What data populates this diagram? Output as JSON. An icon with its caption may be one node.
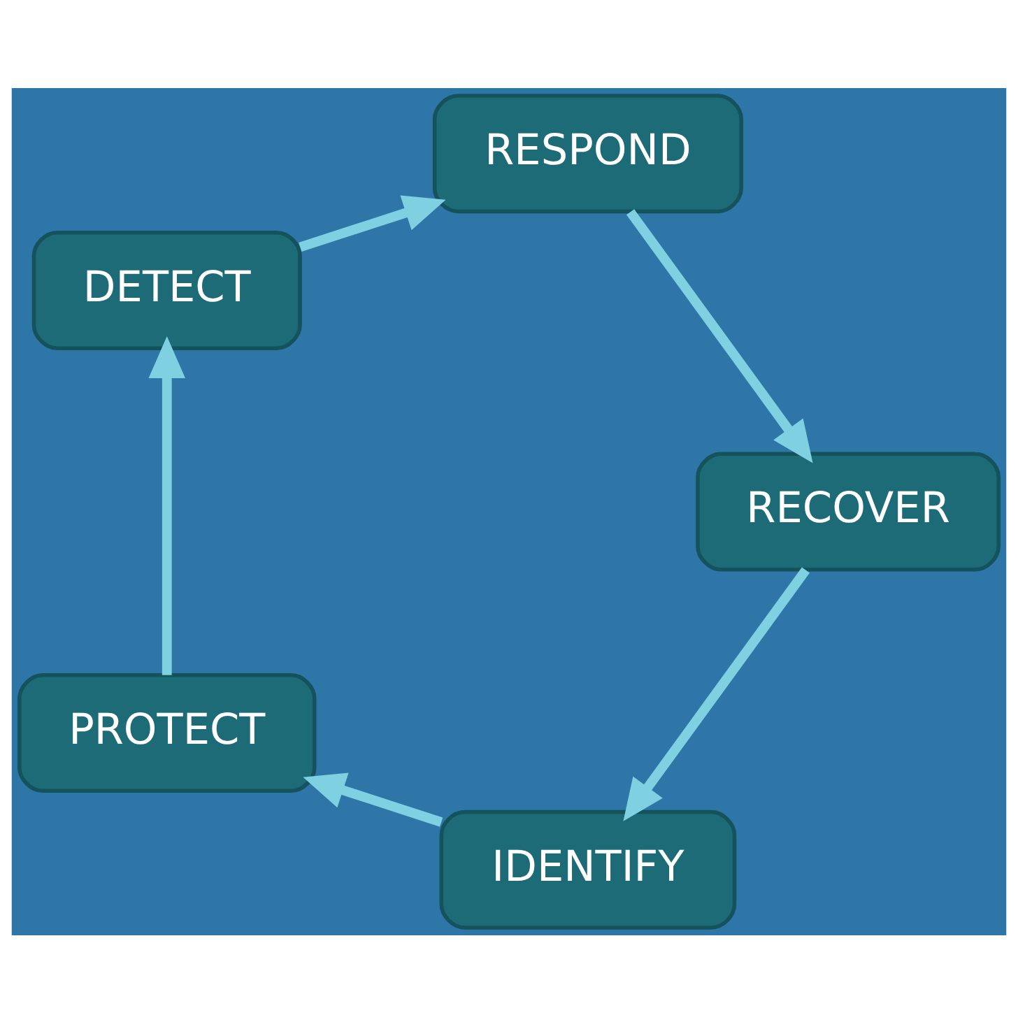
{
  "diagram": {
    "nodes": [
      {
        "text": [
          "IDENTIFY"
        ]
      },
      {
        "text": [
          "PROTECT"
        ]
      },
      {
        "text": [
          "DETECT"
        ]
      },
      {
        "text": [
          "RESPOND"
        ]
      },
      {
        "text": [
          "RECOVER"
        ]
      }
    ],
    "edges": [
      {
        "from": 0,
        "to": 1,
        "arrow": "to"
      },
      {
        "from": 1,
        "to": 2,
        "arrow": "to"
      },
      {
        "from": 2,
        "to": 3,
        "arrow": "to"
      },
      {
        "from": 3,
        "to": 4,
        "arrow": "to"
      },
      {
        "from": 4,
        "to": 0,
        "arrow": "to"
      }
    ]
  }
}
